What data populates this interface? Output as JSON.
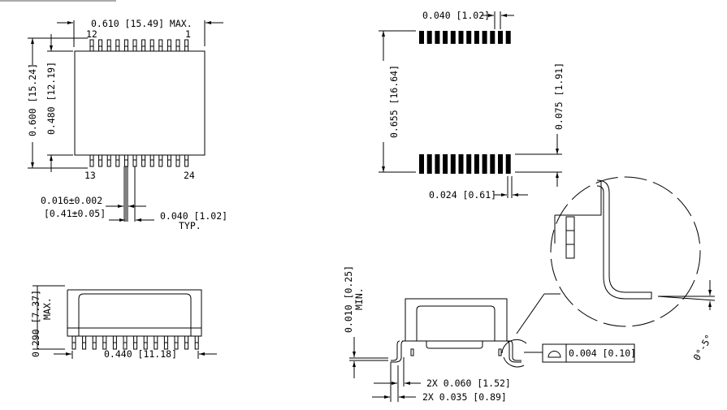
{
  "top_view": {
    "width_dim": "0.610 [15.49] MAX.",
    "pin_first_top_left": "12",
    "pin_first_top_right": "1",
    "pin_bottom_left": "13",
    "pin_bottom_right": "24",
    "overall_length_dim": "0.600 [15.24]",
    "body_length_dim": "0.480 [12.19]",
    "lead_width_dim": "0.016±0.002",
    "lead_width_dim_mm": "[0.41±0.05]",
    "pitch_dim": "0.040 [1.02]",
    "pitch_note": "TYP."
  },
  "footprint": {
    "pad_pitch_dim": "0.040 [1.02]",
    "overall_dim": "0.655 [16.64]",
    "pad_length_dim": "0.075 [1.91]",
    "pad_width_dim": "0.024 [0.61]"
  },
  "side_view": {
    "height_dim": "0.290 [7.37]",
    "height_note": "MAX.",
    "width_dim": "0.440 [11.18]"
  },
  "end_view": {
    "standoff_dim": "0.010 [0.25]",
    "standoff_note": "MIN.",
    "lead_span_dim": "2X 0.060 [1.52]",
    "foot_dim": "2X 0.035 [0.89]",
    "flatness_value": "0.004 [0.10]",
    "lead_angle": "0°-5°"
  }
}
